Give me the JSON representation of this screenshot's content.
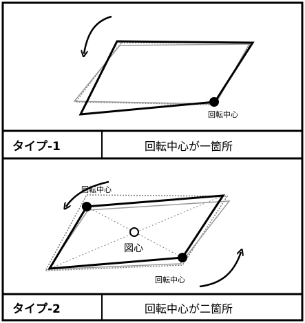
{
  "type1": {
    "tag": "タイプ-1",
    "caption": "回転中心が一箇所",
    "pivot_label": "回転中心"
  },
  "type2": {
    "tag": "タイプ-2",
    "caption": "回転中心が二箇所",
    "pivot_label_top": "回転中心",
    "pivot_label_bottom": "回転中心",
    "centroid_label": "図心"
  }
}
